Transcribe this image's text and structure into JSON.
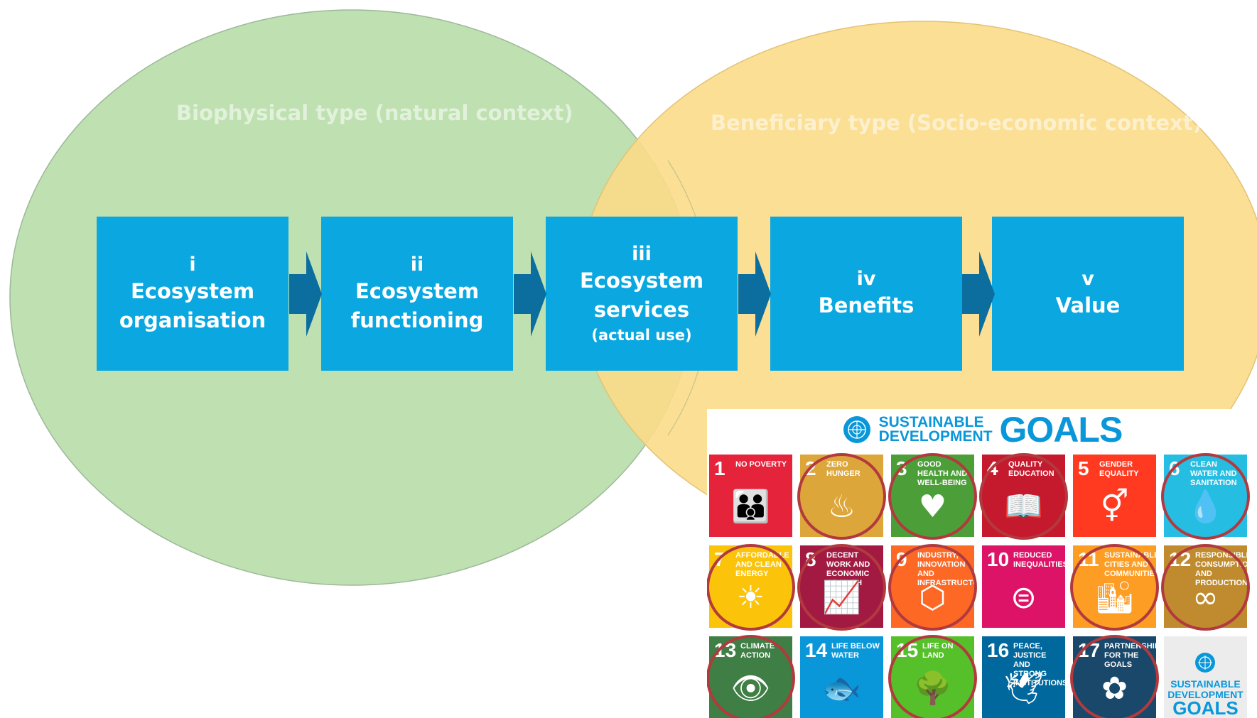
{
  "diagram": {
    "biophysical_title": "Biophysical type (natural context)",
    "beneficiary_title": "Beneficiary type (Socio-economic context)",
    "steps": [
      {
        "num": "i",
        "label_lines": [
          "Ecosystem",
          "organisation"
        ],
        "sub": ""
      },
      {
        "num": "ii",
        "label_lines": [
          "Ecosystem",
          "functioning"
        ],
        "sub": ""
      },
      {
        "num": "iii",
        "label_lines": [
          "Ecosystem",
          "services"
        ],
        "sub": "(actual use)"
      },
      {
        "num": "iv",
        "label_lines": [
          "Benefits"
        ],
        "sub": ""
      },
      {
        "num": "v",
        "label_lines": [
          "Value"
        ],
        "sub": ""
      }
    ],
    "colors": {
      "green_ellipse": "#bfe0b0",
      "yellow_ellipse": "#fbdc8a",
      "box": "#0aa7e0",
      "arrow": "#0b6e9e"
    }
  },
  "sdg": {
    "header_line1": "SUSTAINABLE",
    "header_line2": "DEVELOPMENT",
    "header_goals": "GOALS",
    "tiles": [
      {
        "num": "1",
        "name": "No poverty",
        "icon": "family-icon",
        "glyph": "👪",
        "color": "#e5243b",
        "highlighted": false
      },
      {
        "num": "2",
        "name": "Zero hunger",
        "icon": "bowl-icon",
        "glyph": "♨",
        "color": "#dda63a",
        "highlighted": true
      },
      {
        "num": "3",
        "name": "Good health and well-being",
        "icon": "heartbeat-icon",
        "glyph": "♥",
        "color": "#4c9f38",
        "highlighted": true
      },
      {
        "num": "4",
        "name": "Quality education",
        "icon": "book-icon",
        "glyph": "📖",
        "color": "#c5192d",
        "highlighted": true
      },
      {
        "num": "5",
        "name": "Gender equality",
        "icon": "gender-icon",
        "glyph": "⚥",
        "color": "#ff3a21",
        "highlighted": false
      },
      {
        "num": "6",
        "name": "Clean water and sanitation",
        "icon": "water-drop-icon",
        "glyph": "💧",
        "color": "#26bde2",
        "highlighted": true
      },
      {
        "num": "7",
        "name": "Affordable and clean energy",
        "icon": "sun-power-icon",
        "glyph": "☀",
        "color": "#fcc30b",
        "highlighted": true
      },
      {
        "num": "8",
        "name": "Decent work and economic growth",
        "icon": "growth-chart-icon",
        "glyph": "📈",
        "color": "#a21942",
        "highlighted": true
      },
      {
        "num": "9",
        "name": "Industry, innovation and infrastructure",
        "icon": "cubes-icon",
        "glyph": "⬡",
        "color": "#fd6925",
        "highlighted": true
      },
      {
        "num": "10",
        "name": "Reduced inequalities",
        "icon": "equals-icon",
        "glyph": "⊜",
        "color": "#dd1367",
        "highlighted": false
      },
      {
        "num": "11",
        "name": "Sustainable cities and communities",
        "icon": "city-icon",
        "glyph": "🏙",
        "color": "#fd9d24",
        "highlighted": true
      },
      {
        "num": "12",
        "name": "Responsible consumption and production",
        "icon": "infinity-icon",
        "glyph": "∞",
        "color": "#bf8b2e",
        "highlighted": true
      },
      {
        "num": "13",
        "name": "Climate action",
        "icon": "earth-eye-icon",
        "glyph": "👁",
        "color": "#3f7e44",
        "highlighted": true
      },
      {
        "num": "14",
        "name": "Life below water",
        "icon": "fish-icon",
        "glyph": "🐟",
        "color": "#0a97d9",
        "highlighted": false
      },
      {
        "num": "15",
        "name": "Life on land",
        "icon": "tree-icon",
        "glyph": "🌳",
        "color": "#56c02b",
        "highlighted": true
      },
      {
        "num": "16",
        "name": "Peace, justice and strong institutions",
        "icon": "dove-icon",
        "glyph": "🕊",
        "color": "#00689d",
        "highlighted": false
      },
      {
        "num": "17",
        "name": "Partnerships for the goals",
        "icon": "flower-rings-icon",
        "glyph": "✿",
        "color": "#19486a",
        "highlighted": true
      }
    ],
    "logo_tile": {
      "line1": "SUSTAINABLE",
      "line2": "DEVELOPMENT",
      "line3": "GOALS"
    },
    "ring_color": "#b23a3e"
  }
}
